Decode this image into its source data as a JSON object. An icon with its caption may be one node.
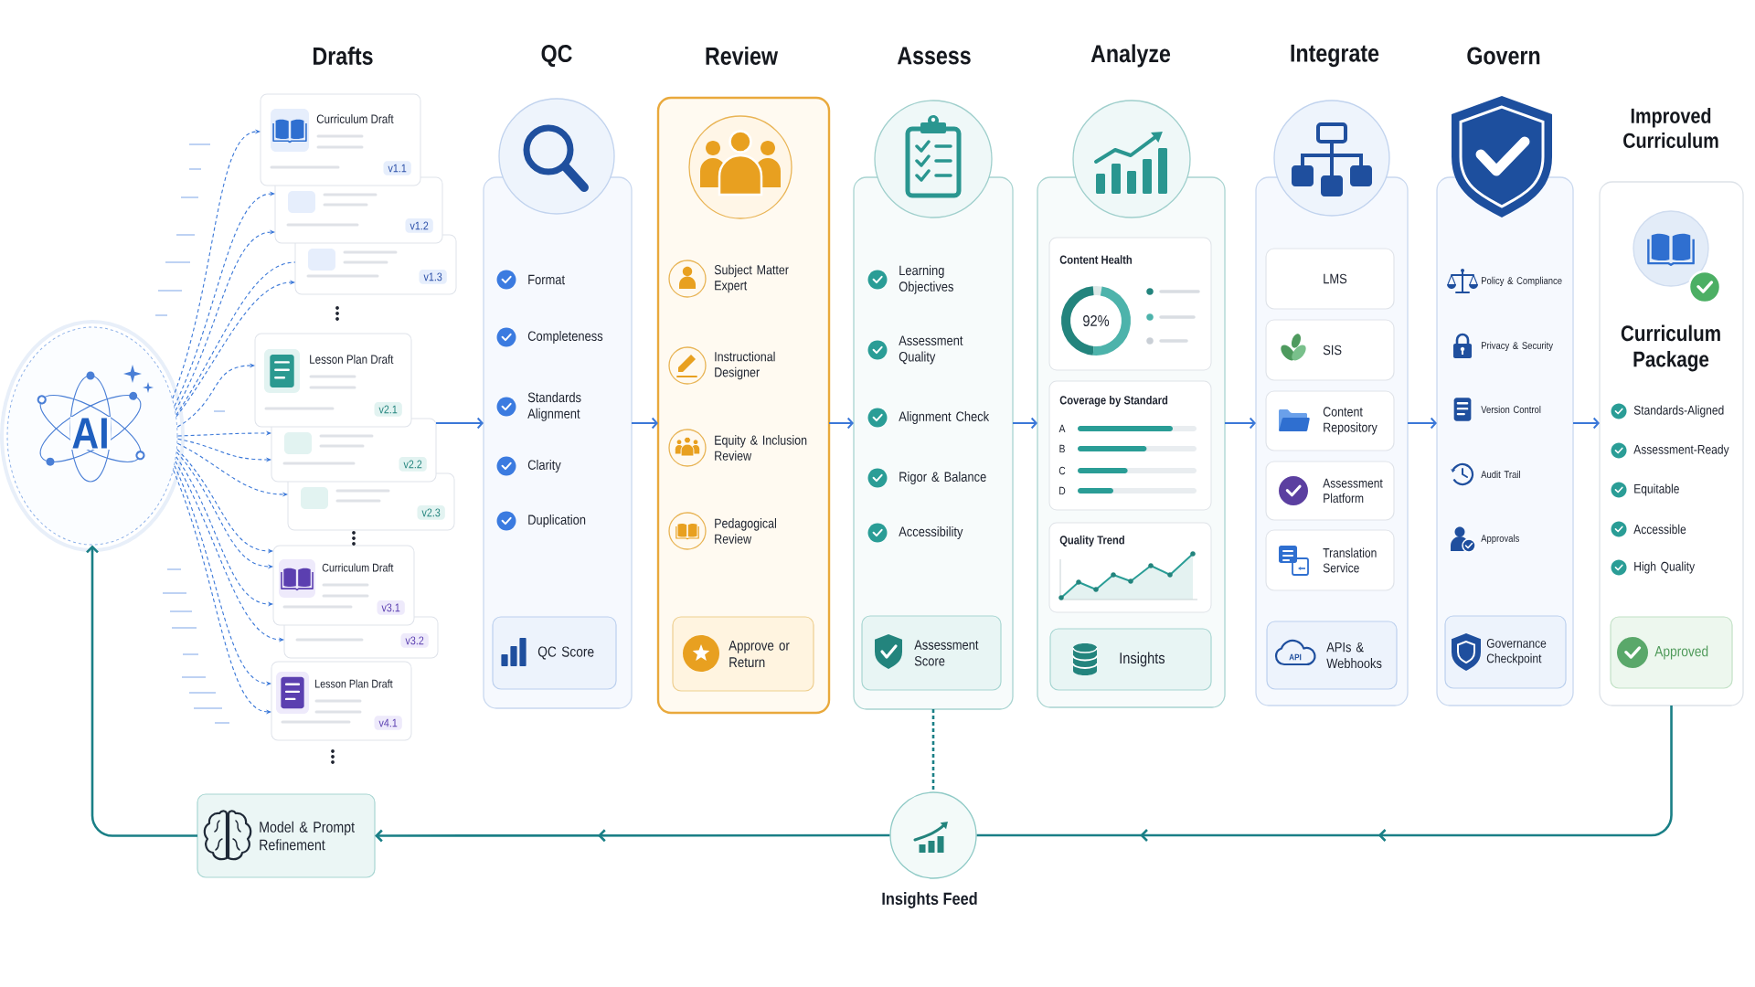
{
  "diagram": {
    "nodes": [
      {
        "text": [
          "AI"
        ]
      },
      {
        "text": [
          "Curriculum Draft",
          "v1.1"
        ]
      },
      {
        "text": [
          "v1.2"
        ]
      },
      {
        "text": [
          "v1.3"
        ]
      },
      {
        "text": [
          "Lesson Plan Draft",
          "v2.1"
        ]
      },
      {
        "text": [
          "v2.2"
        ]
      },
      {
        "text": [
          "v2.3"
        ]
      },
      {
        "text": [
          "Curriculum Draft",
          "v3.1"
        ]
      },
      {
        "text": [
          "v3.2"
        ]
      },
      {
        "text": [
          "Lesson Plan Draft",
          "v4.1"
        ]
      },
      {
        "text": [
          "QC",
          "Format",
          "Completeness",
          "Standards Alignment",
          "Clarity",
          "Duplication"
        ]
      },
      {
        "text": [
          "QC Score"
        ],
        "in": 10
      },
      {
        "text": [
          "Review",
          "Subject Matter Expert",
          "Instructional Designer",
          "Equity & Inclusion Review",
          "Pedagogical Review"
        ]
      },
      {
        "text": [
          "Approve or Return"
        ],
        "in": 12
      },
      {
        "text": [
          "Assess",
          "Learning Objectives",
          "Assessment Quality",
          "Alignment Check",
          "Rigor & Balance",
          "Accessibility"
        ]
      },
      {
        "text": [
          "Assessment Score"
        ],
        "in": 14
      },
      {
        "text": [
          "Analyze"
        ]
      },
      {
        "text": [
          "Content Health",
          "92%"
        ],
        "in": 16
      },
      {
        "text": [
          "Coverage by Standard",
          "A",
          "B",
          "C",
          "D"
        ],
        "in": 16
      },
      {
        "text": [
          "Quality Trend"
        ],
        "in": 16
      },
      {
        "text": [
          "Insights"
        ],
        "in": 16
      },
      {
        "text": [
          "Integrate"
        ]
      },
      {
        "text": [
          "LMS"
        ],
        "in": 21
      },
      {
        "text": [
          "SIS"
        ],
        "in": 21
      },
      {
        "text": [
          "Content Repository"
        ],
        "in": 21
      },
      {
        "text": [
          "Assessment Platform"
        ],
        "in": 21
      },
      {
        "text": [
          "Translation Service"
        ],
        "in": 21
      },
      {
        "text": [
          "API",
          "APIs & Webhooks"
        ],
        "in": 21
      },
      {
        "text": [
          "Govern",
          "Policy & Compliance",
          "Privacy & Security",
          "Version Control",
          "Audit Trail",
          "Approvals"
        ]
      },
      {
        "text": [
          "Governance Checkpoint"
        ],
        "in": 28
      },
      {
        "text": [
          "Improved Curriculum",
          "Curriculum Package",
          "Standards-Aligned",
          "Assessment-Ready",
          "Equitable",
          "Accessible",
          "High Quality"
        ]
      },
      {
        "text": [
          "Approved"
        ],
        "in": 30
      },
      {
        "text": [
          "Model & Prompt Refinement"
        ]
      },
      {
        "text": [
          "Insights Feed"
        ]
      }
    ],
    "edges": [
      {
        "from": 0,
        "to": 1,
        "arrow": "to",
        "style": "dashed"
      },
      {
        "from": 0,
        "to": 2,
        "arrow": "to",
        "style": "dashed"
      },
      {
        "from": 0,
        "to": 2,
        "arrow": "to",
        "style": "dashed"
      },
      {
        "from": 0,
        "to": 3,
        "arrow": "to",
        "style": "dashed"
      },
      {
        "from": 0,
        "to": 4,
        "arrow": "to",
        "style": "dashed"
      },
      {
        "from": 0,
        "to": 5,
        "arrow": "to",
        "style": "dashed"
      },
      {
        "from": 0,
        "to": 5,
        "arrow": "to",
        "style": "dashed"
      },
      {
        "from": 0,
        "to": 6,
        "arrow": "to",
        "style": "dashed"
      },
      {
        "from": 0,
        "to": 7,
        "arrow": "to",
        "style": "dashed"
      },
      {
        "from": 0,
        "to": 7,
        "arrow": "to",
        "style": "dashed"
      },
      {
        "from": 0,
        "to": 7,
        "arrow": "to",
        "style": "dashed"
      },
      {
        "from": 0,
        "to": 8,
        "arrow": "to",
        "style": "dashed"
      },
      {
        "from": 0,
        "to": 9,
        "arrow": "to",
        "style": "dashed"
      },
      {
        "from": 0,
        "to": 9,
        "arrow": "to",
        "style": "dashed"
      },
      {
        "from": 0,
        "to": 3,
        "arrow": "none",
        "style": "dashed"
      },
      {
        "from": 5,
        "to": 10,
        "arrow": "to"
      },
      {
        "from": 10,
        "to": 12,
        "arrow": "to"
      },
      {
        "from": 12,
        "to": 14,
        "arrow": "to"
      },
      {
        "from": 14,
        "to": 16,
        "arrow": "to"
      },
      {
        "from": 16,
        "to": 21,
        "arrow": "to"
      },
      {
        "from": 21,
        "to": 28,
        "arrow": "to"
      },
      {
        "from": 28,
        "to": 30,
        "arrow": "to"
      },
      {
        "from": 30,
        "to": 33,
        "arrow": "to",
        "color": "#1a7f86"
      },
      {
        "from": 33,
        "to": 32,
        "arrow": "to",
        "color": "#1a7f86"
      },
      {
        "from": 32,
        "to": 0,
        "arrow": "to",
        "color": "#1a7f86"
      },
      {
        "from": 14,
        "to": 33,
        "arrow": "none",
        "style": "dashed",
        "color": "#1a7f86"
      }
    ],
    "labels": [
      "Drafts"
    ]
  }
}
